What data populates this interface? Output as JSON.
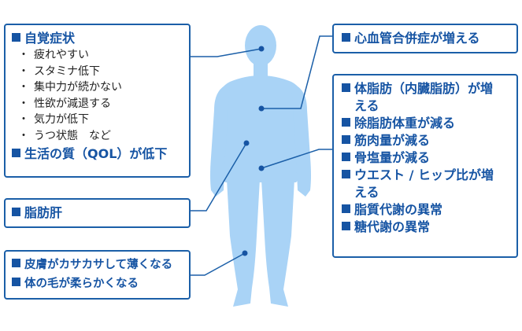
{
  "colors": {
    "accent": "#1654a3",
    "body": "#a9d3f6",
    "marker": "#1654a3",
    "text": "#222222"
  },
  "left_panel": {
    "symptoms_heading": "自覚症状",
    "symptoms": [
      "疲れやすい",
      "スタミナ低下",
      "集中力が続かない",
      "性欲が減退する",
      "気力が低下",
      "うつ状態　など"
    ],
    "qol": "生活の質（QOL）が低下",
    "liver": "脂肪肝",
    "skin": [
      "皮膚がカサカサして薄くなる",
      "体の毛が柔らかくなる"
    ]
  },
  "right_panel": {
    "heart": "心血管合併症が増える",
    "body_items": [
      "体脂肪（内臓脂肪）が増える",
      "除脂肪体重が減る",
      "筋肉量が減る",
      "骨塩量が減る",
      "ウエスト / ヒップ比が増える",
      "脂質代謝の異常",
      "糖代謝の異常"
    ]
  }
}
